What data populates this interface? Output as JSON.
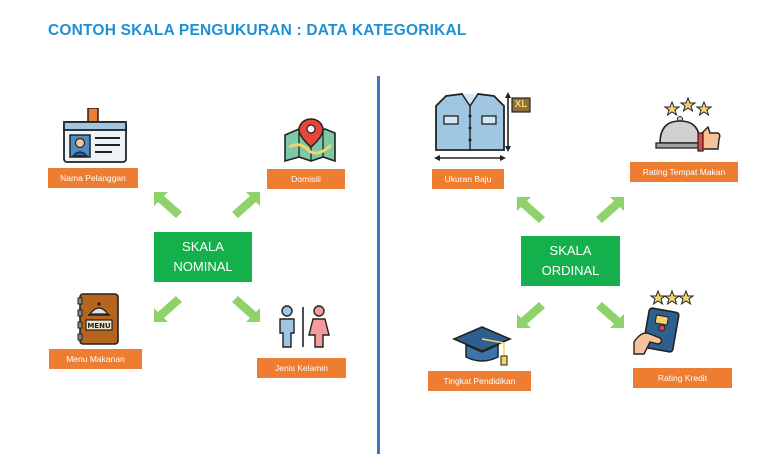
{
  "title": "CONTOH SKALA PENGUKURAN : DATA KATEGORIKAL",
  "nominal": {
    "center_line1": "SKALA",
    "center_line2": "NOMINAL",
    "items": [
      "Nama Pelanggan",
      "Domisili",
      "Menu Makanan",
      "Jenis Kelamin"
    ]
  },
  "ordinal": {
    "center_line1": "SKALA",
    "center_line2": "ORDINAL",
    "items": [
      "Ukuran Baju",
      "Rating Tempat Makan",
      "Tingkat Pendidikan",
      "Rating Kredit"
    ],
    "size_tag": "XL"
  },
  "colors": {
    "title": "#1f8fd6",
    "center": "#14b04c",
    "label": "#ed7d31",
    "arrow": "#8fd16a",
    "divider": "#4472c4"
  }
}
